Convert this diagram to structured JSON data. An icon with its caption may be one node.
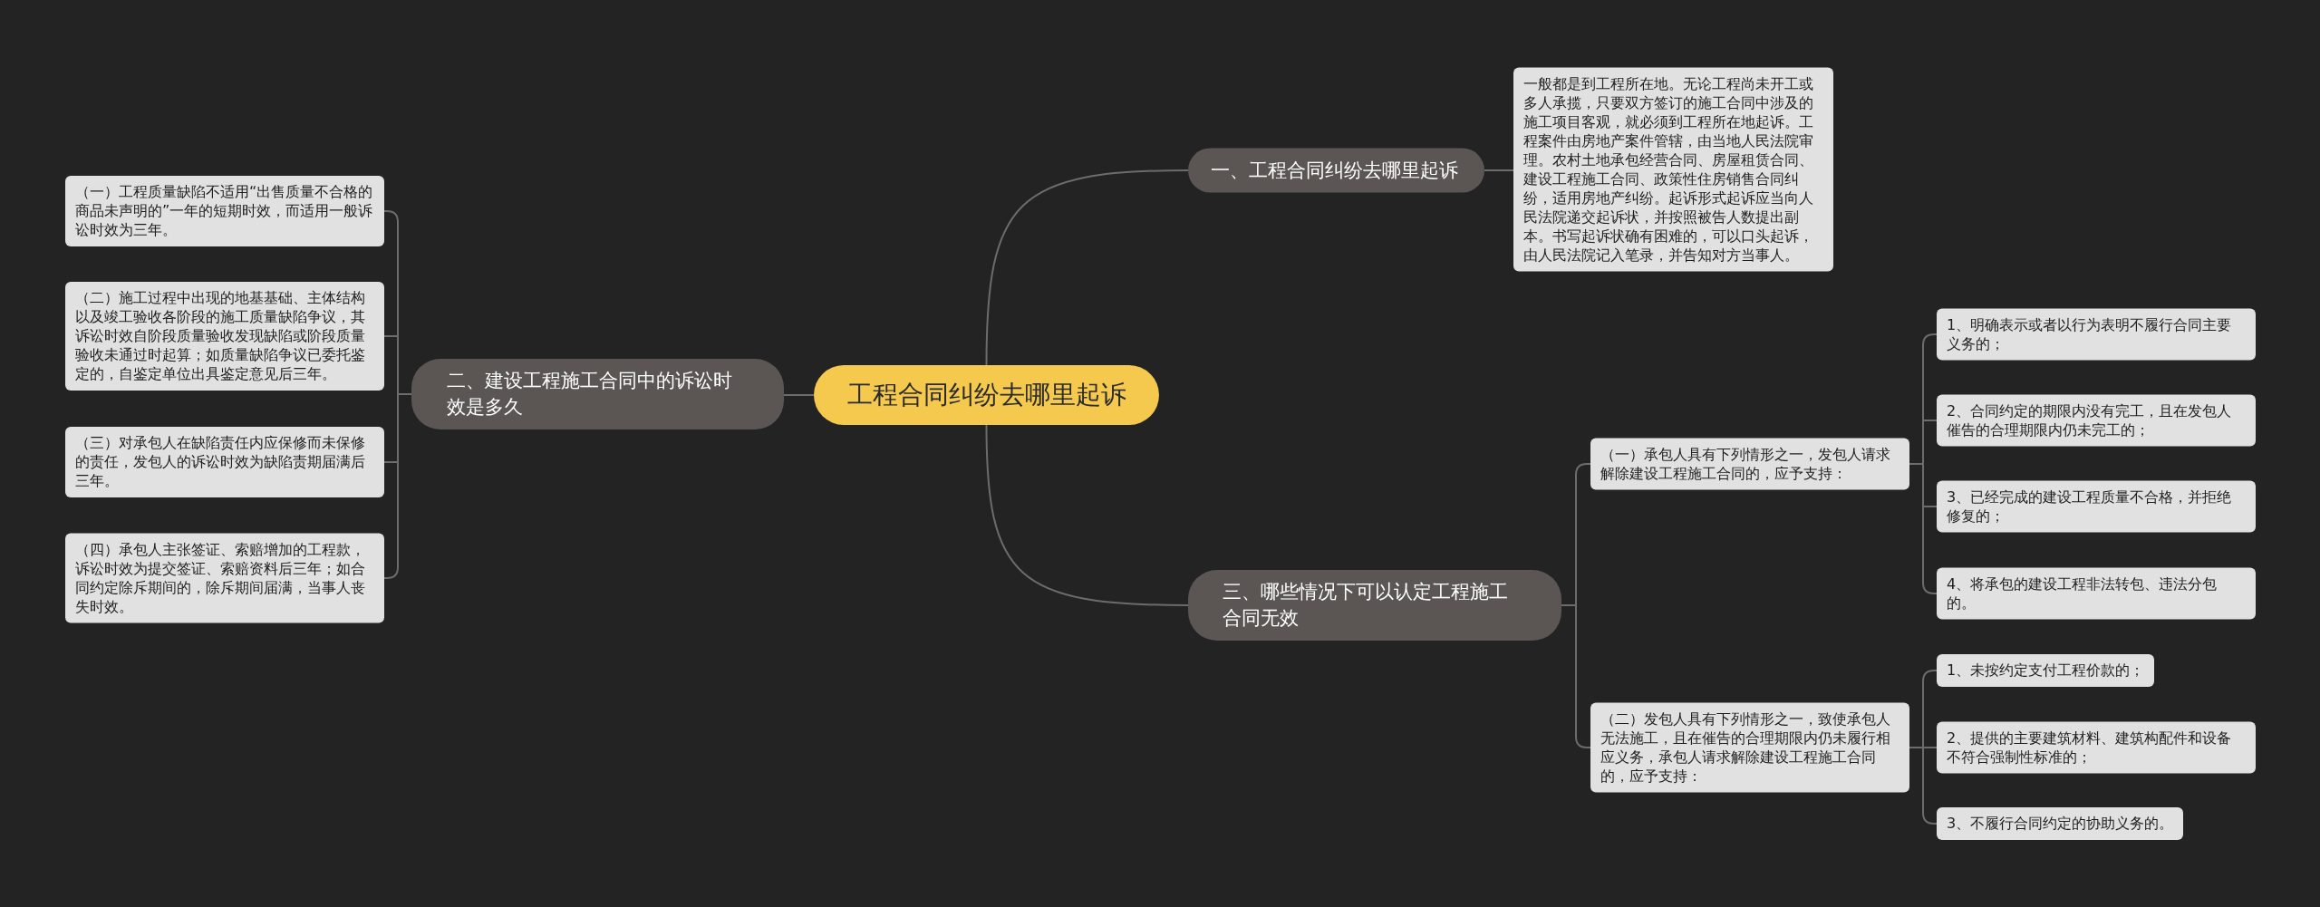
{
  "diagram": {
    "nodes": [
      {
        "text": [
          "工程合同纠纷去哪里起诉"
        ]
      },
      {
        "text": [
          "一、工程合同纠纷去哪里起诉"
        ]
      },
      {
        "text": [
          "一般都是到工程所在地。无论工程尚未开工或多人承揽，只要双方签订的施工合同中涉及的施工项目客观，就必须到工程所在地起诉。工程案件由房地产案件管辖，由当地人民法院审理。农村土地承包经营合同、房屋租赁合同、建设工程施工合同、政策性住房销售合同纠纷，适用房地产纠纷。起诉形式起诉应当向人民法院递交起诉状，并按照被告人数提出副本。书写起诉状确有困难的，可以口头起诉，由人民法院记入笔录，并告知对方当事人。"
        ]
      },
      {
        "text": [
          "二、建设工程施工合同中的诉讼时效是多久"
        ]
      },
      {
        "text": [
          "（一）工程质量缺陷不适用“出售质量不合格的商品未声明的”一年的短期时效，而适用一般诉讼时效为三年。"
        ]
      },
      {
        "text": [
          "（二）施工过程中出现的地基基础、主体结构以及竣工验收各阶段的施工质量缺陷争议，其诉讼时效自阶段质量验收发现缺陷或阶段质量验收未通过时起算；如质量缺陷争议已委托鉴定的，自鉴定单位出具鉴定意见后三年。"
        ]
      },
      {
        "text": [
          "（三）对承包人在缺陷责任内应保修而未保修的责任，发包人的诉讼时效为缺陷责期届满后三年。"
        ]
      },
      {
        "text": [
          "（四）承包人主张签证、索赔增加的工程款，诉讼时效为提交签证、索赔资料后三年；如合同约定除斥期间的，除斥期间届满，当事人丧失时效。"
        ]
      },
      {
        "text": [
          "三、哪些情况下可以认定工程施工合同无效"
        ]
      },
      {
        "text": [
          "（一）承包人具有下列情形之一，发包人请求解除建设工程施工合同的，应予支持："
        ]
      },
      {
        "text": [
          "1、明确表示或者以行为表明不履行合同主要义务的；"
        ]
      },
      {
        "text": [
          "2、合同约定的期限内没有完工，且在发包人催告的合理期限内仍未完工的；"
        ]
      },
      {
        "text": [
          "3、已经完成的建设工程质量不合格，并拒绝修复的；"
        ]
      },
      {
        "text": [
          "4、将承包的建设工程非法转包、违法分包的。"
        ]
      },
      {
        "text": [
          "（二）发包人具有下列情形之一，致使承包人无法施工，且在催告的合理期限内仍未履行相应义务，承包人请求解除建设工程施工合同的，应予支持："
        ]
      },
      {
        "text": [
          "1、未按约定支付工程价款的；"
        ]
      },
      {
        "text": [
          "2、提供的主要建筑材料、建筑构配件和设备不符合强制性标准的；"
        ]
      },
      {
        "text": [
          "3、不履行合同约定的协助义务的。"
        ]
      }
    ],
    "edges": [
      {
        "from": 0,
        "to": 1,
        "arrow": "none"
      },
      {
        "from": 0,
        "to": 3,
        "arrow": "none"
      },
      {
        "from": 0,
        "to": 8,
        "arrow": "none"
      },
      {
        "from": 1,
        "to": 2,
        "arrow": "none"
      },
      {
        "from": 3,
        "to": 4,
        "arrow": "none"
      },
      {
        "from": 3,
        "to": 5,
        "arrow": "none"
      },
      {
        "from": 3,
        "to": 6,
        "arrow": "none"
      },
      {
        "from": 3,
        "to": 7,
        "arrow": "none"
      },
      {
        "from": 8,
        "to": 9,
        "arrow": "none"
      },
      {
        "from": 8,
        "to": 14,
        "arrow": "none"
      },
      {
        "from": 9,
        "to": 10,
        "arrow": "none"
      },
      {
        "from": 9,
        "to": 11,
        "arrow": "none"
      },
      {
        "from": 9,
        "to": 12,
        "arrow": "none"
      },
      {
        "from": 9,
        "to": 13,
        "arrow": "none"
      },
      {
        "from": 14,
        "to": 15,
        "arrow": "none"
      },
      {
        "from": 14,
        "to": 16,
        "arrow": "none"
      },
      {
        "from": 14,
        "to": 17,
        "arrow": "none"
      }
    ]
  }
}
